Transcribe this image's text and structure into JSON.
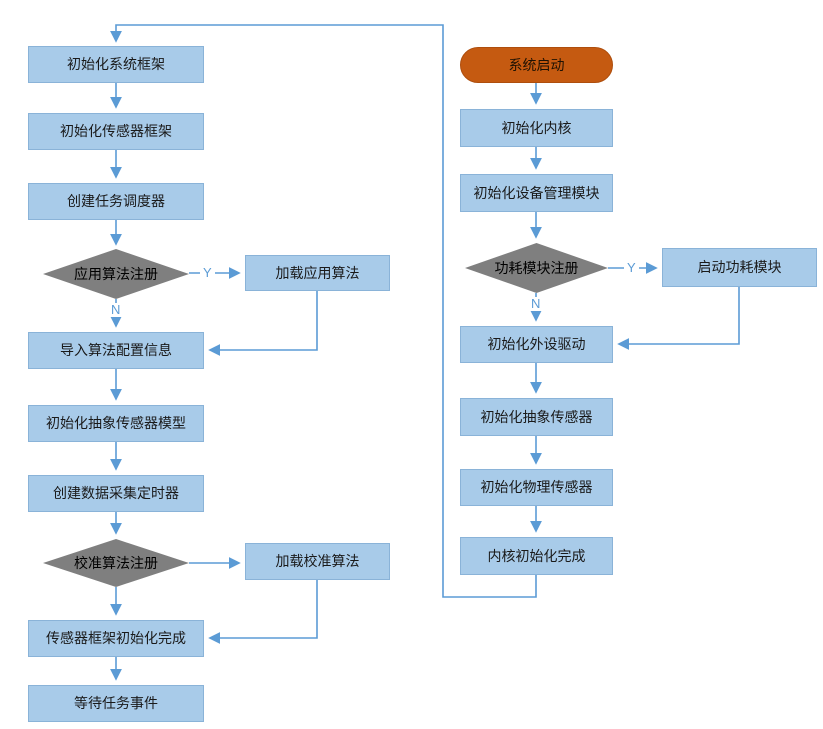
{
  "diagram": {
    "title_hint": "sensor framework / kernel startup flowchart",
    "colors": {
      "process_fill": "#A8CBE9",
      "process_border": "#8AB3D8",
      "decision_fill": "#7F7F7F",
      "start_fill": "#C55A11",
      "connector": "#5B9BD5"
    },
    "branch_labels": {
      "yes": "Y",
      "no": "N"
    },
    "framework_flow": {
      "init_system_framework": "初始化系统框架",
      "init_sensor_framework": "初始化传感器框架",
      "create_task_scheduler": "创建任务调度器",
      "app_algorithm_check": "应用算法注册",
      "load_app_algorithm": "加载应用算法",
      "import_algorithm_config": "导入算法配置信息",
      "init_abstract_sensor_model": "初始化抽象传感器模型",
      "create_data_timer": "创建数据采集定时器",
      "calibration_algorithm_check": "校准算法注册",
      "load_calibration_algorithm": "加载校准算法",
      "sensor_framework_done": "传感器框架初始化完成",
      "wait_task_event": "等待任务事件"
    },
    "kernel_flow": {
      "system_start": "系统启动",
      "init_kernel": "初始化内核",
      "init_device_mgmt": "初始化设备管理模块",
      "power_module_check": "功耗模块注册",
      "start_power_module": "启动功耗模块",
      "init_peripheral_drivers": "初始化外设驱动",
      "init_abstract_sensor": "初始化抽象传感器",
      "init_physical_sensor": "初始化物理传感器",
      "kernel_init_done": "内核初始化完成"
    }
  }
}
